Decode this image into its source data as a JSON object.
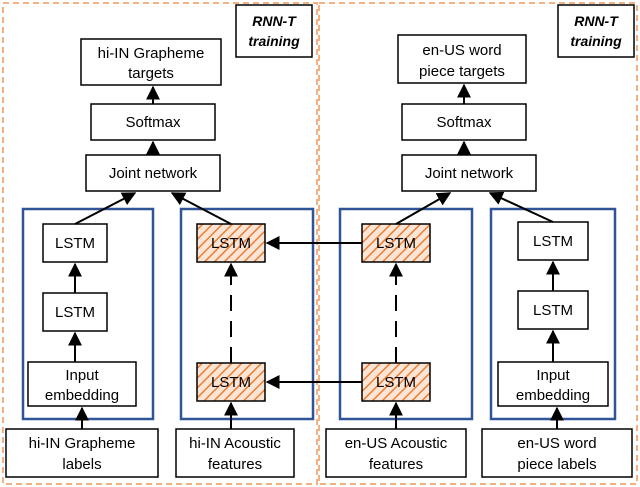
{
  "colors": {
    "region_border": "#F4B183",
    "encoder_border": "#2F5597",
    "hatch": "#ED7D31",
    "hatch_bg": "#FBE5D6",
    "box_border": "#000000"
  },
  "left": {
    "tag_line1": "RNN-T",
    "tag_line2": "training",
    "targets_line1": "hi-IN Grapheme",
    "targets_line2": "targets",
    "softmax": "Softmax",
    "joint": "Joint network",
    "pred_lstm_top": "LSTM",
    "pred_lstm_bottom": "LSTM",
    "embed_line1": "Input",
    "embed_line2": "embedding",
    "enc_lstm_top": "LSTM",
    "enc_lstm_bottom": "LSTM",
    "labels_line1": "hi-IN Grapheme",
    "labels_line2": "labels",
    "features_line1": "hi-IN Acoustic",
    "features_line2": "features"
  },
  "right": {
    "tag_line1": "RNN-T",
    "tag_line2": "training",
    "targets_line1": "en-US word",
    "targets_line2": "piece targets",
    "softmax": "Softmax",
    "joint": "Joint network",
    "enc_lstm_top": "LSTM",
    "enc_lstm_bottom": "LSTM",
    "pred_lstm_top": "LSTM",
    "pred_lstm_bottom": "LSTM",
    "embed_line1": "Input",
    "embed_line2": "embedding",
    "features_line1": "en-US Acoustic",
    "features_line2": "features",
    "labels_line1": "en-US word",
    "labels_line2": "piece labels"
  }
}
